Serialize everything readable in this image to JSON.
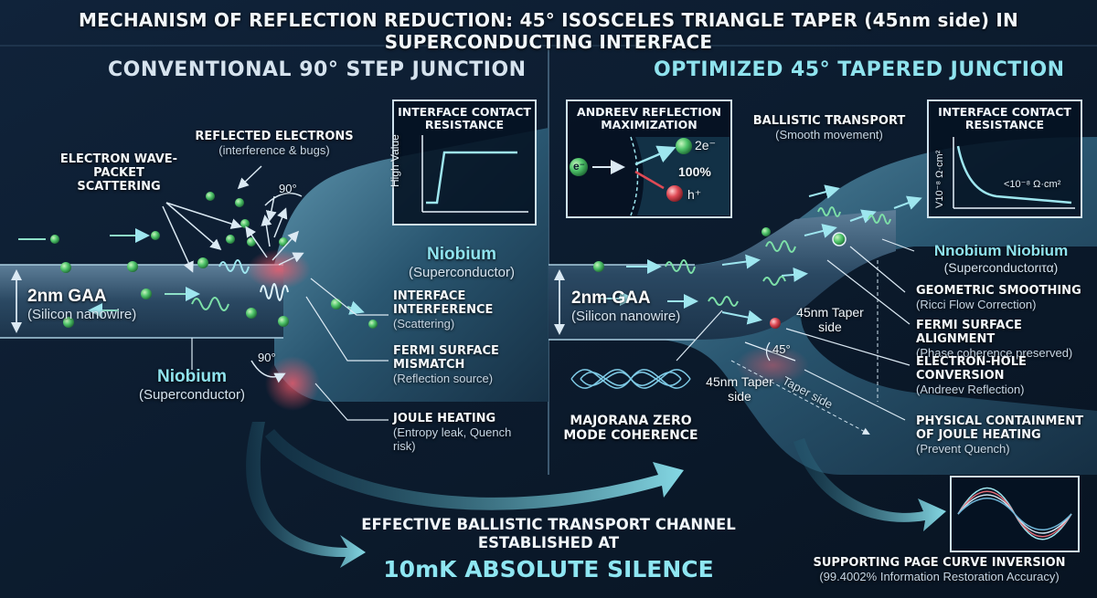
{
  "title": "MECHANISM OF REFLECTION REDUCTION: 45° ISOSCELES TRIANGLE TAPER (45nm side) IN SUPERCONDUCTING INTERFACE",
  "left": {
    "heading": "CONVENTIONAL 90° STEP JUNCTION",
    "scattering": "ELECTRON WAVE-PACKET SCATTERING",
    "reflected_title": "REFLECTED ELECTRONS",
    "reflected_sub": "(interference & bugs)",
    "angle_top": "90°",
    "angle_bottom": "90°",
    "gaa_title": "2nm GAA",
    "gaa_sub": "(Silicon nanowire)",
    "nb_lower_title": "Niobium",
    "nb_lower_sub": "(Superconductor)",
    "nb_upper_title": "Niobium",
    "nb_upper_sub": "(Superconductor)",
    "interf_title": "INTERFACE INTERFERENCE",
    "interf_sub": "(Scattering)",
    "fermi_title": "FERMI SURFACE MISMATCH",
    "fermi_sub": "(Reflection source)",
    "joule_title": "JOULE HEATING",
    "joule_sub": "(Entropy leak, Quench risk)",
    "inset_title": "INTERFACE CONTACT RESISTANCE",
    "inset_axis": "High Value"
  },
  "right": {
    "heading": "OPTIMIZED 45° TAPERED JUNCTION",
    "andreev_box_title": "ANDREEV REFLECTION MAXIMIZATION",
    "electron": "e⁻",
    "two_e": "2e⁻",
    "hole": "h⁺",
    "pct": "100%",
    "ballistic_title": "BALLISTIC TRANSPORT",
    "ballistic_sub": "(Smooth movement)",
    "inset_title": "INTERFACE CONTACT RESISTANCE",
    "inset_axis": "V10⁻⁸ Ω·cm²",
    "inset_value": "<10⁻⁸ Ω·cm²",
    "nb_title": "Nnobium Niobium",
    "nb_sub": "(Superconductorιτα)",
    "gaa_title": "2nm GAA",
    "gaa_sub": "(Silicon nanowire)",
    "taper_upper": "45nm Taper side",
    "angle": "45°",
    "taper_lower": "45nm Taper side",
    "taper_diag": "Taper side",
    "geo_title": "GEOMETRIC SMOOTHING",
    "geo_sub": "(Ricci Flow Correction)",
    "fermi_title": "FERMI SURFACE ALIGNMENT",
    "fermi_sub": "(Phase coherence preserved)",
    "eh_title": "ELECTRON-HOLE CONVERSION",
    "eh_sub": "(Andreev Reflection)",
    "joule_title": "PHYSICAL CONTAINMENT OF JOULE HEATING",
    "joule_sub": "(Prevent Quench)",
    "majorana": "MAJORANA ZERO MODE COHERENCE",
    "page_title": "SUPPORTING PAGE CURVE INVERSION",
    "page_sub": "(99.4002% Information Restoration Accuracy)"
  },
  "bottom": {
    "line1": "EFFECTIVE BALLISTIC TRANSPORT CHANNEL",
    "line2": "ESTABLISHED AT",
    "line3": "10mK ABSOLUTE SILENCE"
  },
  "colors": {
    "background": "#0b1a2e",
    "accent": "#8fe3ee",
    "electron": "#4fc46a",
    "hole": "#e04a55",
    "heat": "#d94b5a"
  }
}
